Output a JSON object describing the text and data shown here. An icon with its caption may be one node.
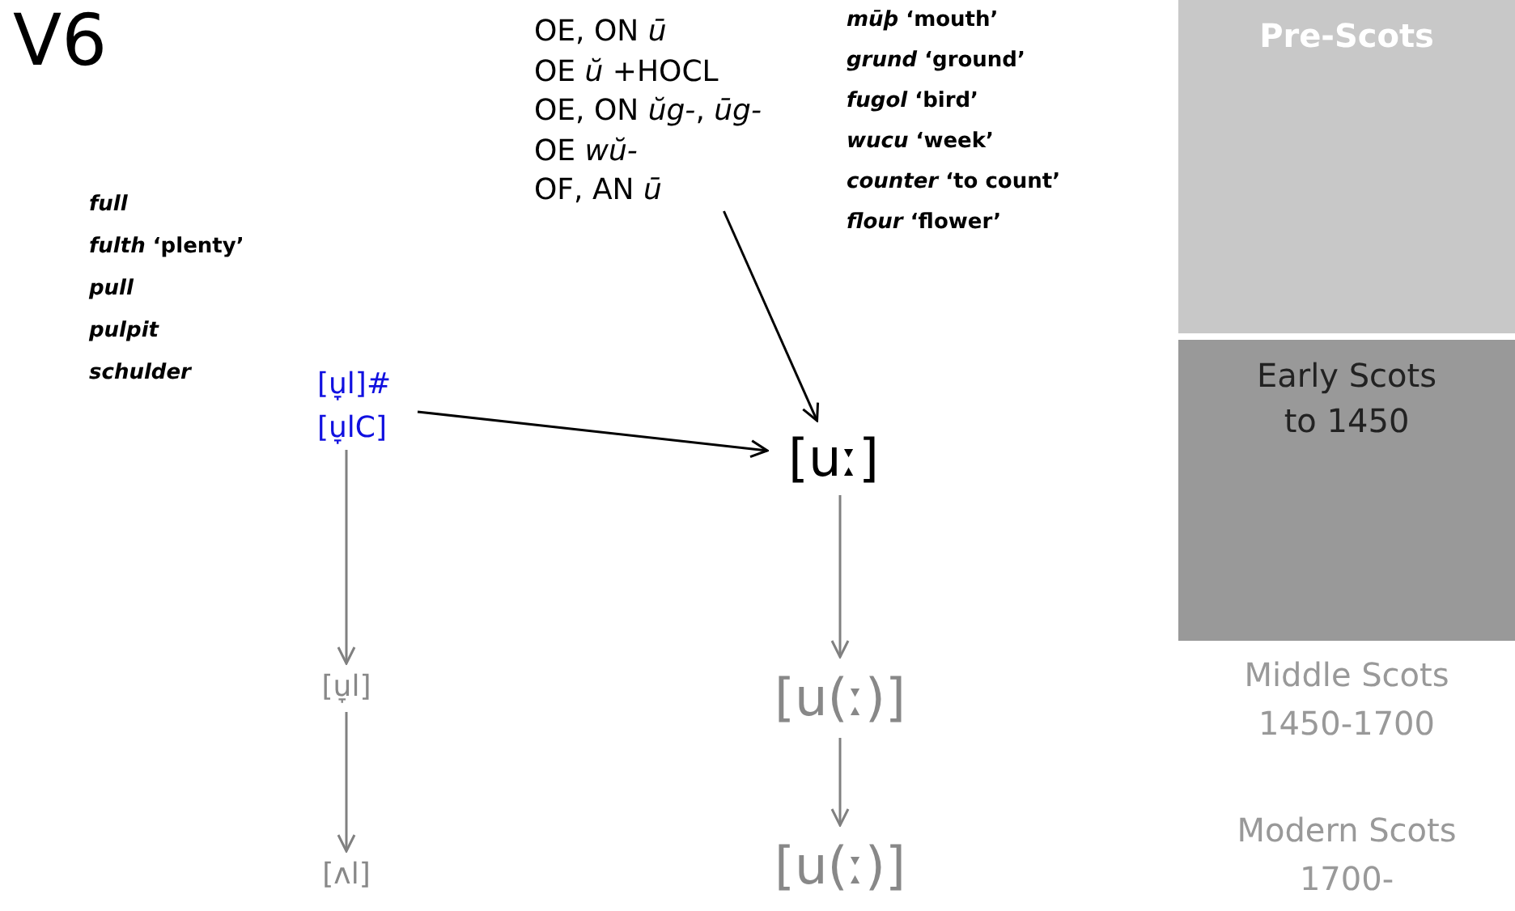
{
  "diagram": {
    "title": "V6",
    "nodes": [
      {
        "text": [
          "OE, ON *ū*",
          "OE *ŭ* +HOCL",
          "OE, ON *ŭg-*, *ūg-*",
          "OE *wŭ-*",
          "OF, AN *ū*"
        ]
      },
      {
        "text": [
          "[u̞l]#",
          "[u̞lC]"
        ]
      },
      {
        "text": [
          "[uː]"
        ]
      },
      {
        "text": [
          "[u̞l]"
        ]
      },
      {
        "text": [
          "[u(ː)]"
        ]
      },
      {
        "text": [
          "[ʌl]"
        ]
      },
      {
        "text": [
          "[u(ː)]"
        ]
      },
      {
        "text": [
          "Pre-Scots"
        ]
      },
      {
        "text": [
          "Early Scots to 1450"
        ]
      }
    ],
    "edges": [
      {
        "from": 0,
        "to": 2,
        "arrow": "to",
        "color": "#000000"
      },
      {
        "from": 1,
        "to": 2,
        "arrow": "to",
        "color": "#000000"
      },
      {
        "from": 1,
        "to": 3,
        "arrow": "to"
      },
      {
        "from": 3,
        "to": 5,
        "arrow": "to"
      },
      {
        "from": 2,
        "to": 4,
        "arrow": "to"
      },
      {
        "from": 4,
        "to": 6,
        "arrow": "to"
      }
    ],
    "labels": [
      "*full*",
      "*fulth* ‘plenty’",
      "*pull*",
      "*pulpit*",
      "*schulder*",
      "*mūþ* ‘mouth’",
      "*grund* ‘ground’",
      "*fugol* ‘bird’",
      "*wucu* ‘week’",
      "*counter* ‘to count’",
      "*flour* ‘flower’",
      "Middle Scots 1450-1700",
      "Modern Scots 1700-"
    ]
  }
}
